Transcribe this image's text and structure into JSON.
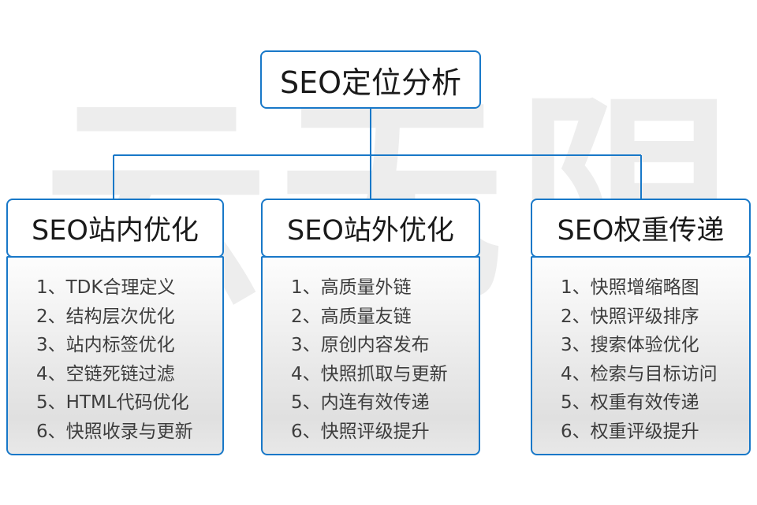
{
  "diagram": {
    "root": {
      "label": "SEO定位分析"
    },
    "columns": [
      {
        "header": "SEO站内优化",
        "items": [
          "1、TDK合理定义",
          "2、结构层次优化",
          "3、站内标签优化",
          "4、空链死链过滤",
          "5、HTML代码优化",
          "6、快照收录与更新"
        ]
      },
      {
        "header": "SEO站外优化",
        "items": [
          "1、高质量外链",
          "2、高质量友链",
          "3、原创内容发布",
          "4、快照抓取与更新",
          "5、内连有效传递",
          "6、快照评级提升"
        ]
      },
      {
        "header": "SEO权重传递",
        "items": [
          "1、快照增缩略图",
          "2、快照评级排序",
          "3、搜索体验优化",
          "4、检索与目标访问",
          "5、权重有效传递",
          "6、权重评级提升"
        ]
      }
    ],
    "watermark": "云无限",
    "colors": {
      "connector_and_border": "#1878c8",
      "header_text": "#1a1a1a",
      "item_text": "#3d3d3d",
      "watermark": "#ededed"
    }
  }
}
